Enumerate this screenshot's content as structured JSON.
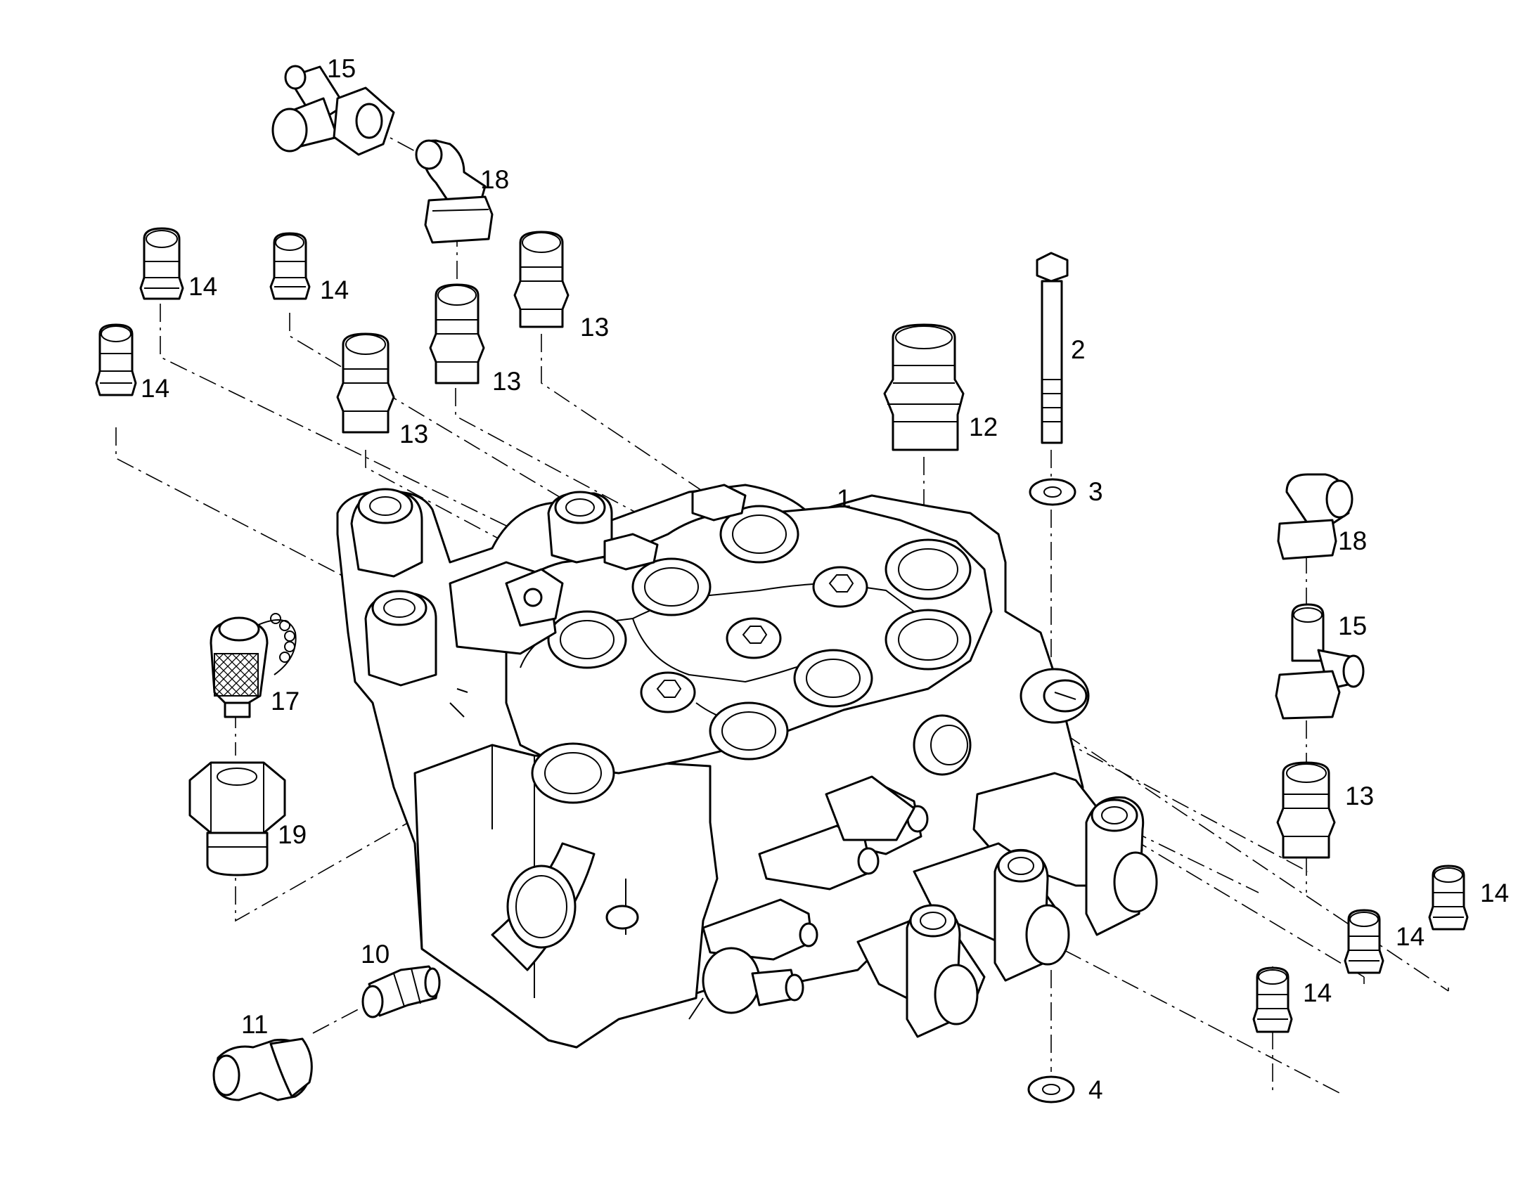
{
  "diagram": {
    "callouts": [
      {
        "id": "c15a",
        "text": "15"
      },
      {
        "id": "c18a",
        "text": "18"
      },
      {
        "id": "c14a",
        "text": "14"
      },
      {
        "id": "c14b",
        "text": "14"
      },
      {
        "id": "c14c",
        "text": "14"
      },
      {
        "id": "c13a",
        "text": "13"
      },
      {
        "id": "c13b",
        "text": "13"
      },
      {
        "id": "c13c",
        "text": "13"
      },
      {
        "id": "c2",
        "text": "2"
      },
      {
        "id": "c12",
        "text": "12"
      },
      {
        "id": "c3",
        "text": "3"
      },
      {
        "id": "c1",
        "text": "1"
      },
      {
        "id": "c18b",
        "text": "18"
      },
      {
        "id": "c15b",
        "text": "15"
      },
      {
        "id": "c17",
        "text": "17"
      },
      {
        "id": "c13d",
        "text": "13"
      },
      {
        "id": "c19",
        "text": "19"
      },
      {
        "id": "c14d",
        "text": "14"
      },
      {
        "id": "c14e",
        "text": "14"
      },
      {
        "id": "c14f",
        "text": "14"
      },
      {
        "id": "c10",
        "text": "10"
      },
      {
        "id": "c11",
        "text": "11"
      },
      {
        "id": "c4",
        "text": "4"
      }
    ]
  }
}
